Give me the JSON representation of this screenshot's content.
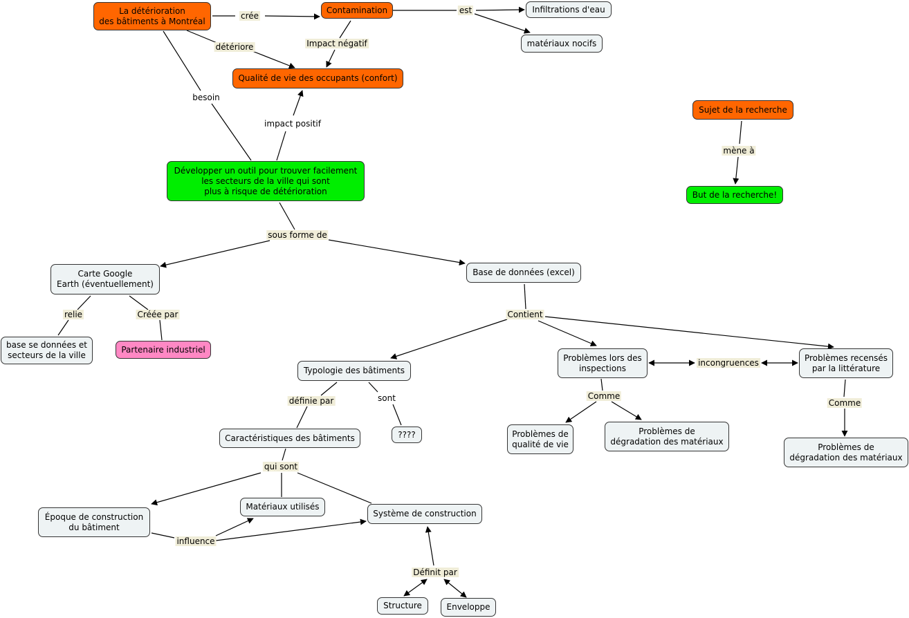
{
  "colors": {
    "orange": "#ff6600",
    "green": "#00ee00",
    "pink": "#ff88c4",
    "gray": "#eef3f4",
    "linkLabel": "#f0edd8"
  },
  "nodes": {
    "deterioration": "La détérioration\ndes bâtiments à Montréal",
    "contamination": "Contamination",
    "infiltrations": "Infiltrations d'eau",
    "materiaux_nocifs": "matériaux nocifs",
    "qualite_vie": "Qualité de vie des occupants (confort)",
    "outil": "Développer un outil pour trouver facilement\nles secteurs de la ville qui sont\nplus à risque de détérioration",
    "sujet": "Sujet de la recherche",
    "but": "But de la recherche!",
    "carte": "Carte Google\nEarth (éventuellement)",
    "base_donnees": "Base de données (excel)",
    "base_secteurs": "base se données et\nsecteurs de la ville",
    "partenaire": "Partenaire industriel",
    "typologie": "Typologie des bâtiments",
    "problemes_inspections": "Problèmes lors des\ninspections",
    "problemes_litterature": "Problèmes recensés\npar la littérature",
    "caracteristiques": "Caractéristiques des bâtiments",
    "inconnu": "????",
    "probleme_qualite": "Problèmes de\nqualité de vie",
    "probleme_degradation_1": "Problèmes de\ndégradation des matériaux",
    "probleme_degradation_2": "Problèmes de\ndégradation des matériaux",
    "epoque": "Époque de construction\ndu bâtiment",
    "materiaux_utilises": "Matériaux utilisés",
    "systeme": "Système de construction",
    "structure": "Structure",
    "enveloppe": "Enveloppe"
  },
  "links": {
    "cree": "crée",
    "est": "est",
    "deteriore": "détériore",
    "impact_negatif": "Impact négatif",
    "besoin": "besoin",
    "impact_positif": "impact positif",
    "mene_a": "mène à",
    "sous_forme_de": "sous forme de",
    "relie": "relie",
    "creee_par": "Crééе par",
    "contient": "Contient",
    "incongruences": "incongruences",
    "definie_par": "définie par",
    "sont": "sont",
    "comme_1": "Comme",
    "comme_2": "Comme",
    "qui_sont": "qui sont",
    "influence": "influence",
    "definit_par": "Définit par"
  }
}
